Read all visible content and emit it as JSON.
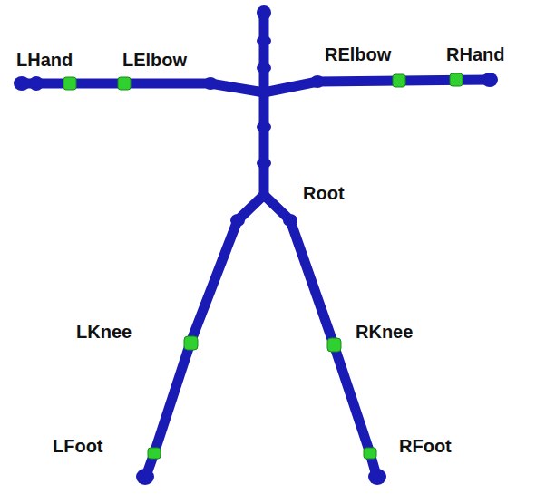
{
  "diagram": {
    "labels": [
      "LHand",
      "LElbow",
      "RElbow",
      "RHand",
      "Root",
      "LKnee",
      "RKnee",
      "LFoot",
      "RFoot"
    ]
  }
}
